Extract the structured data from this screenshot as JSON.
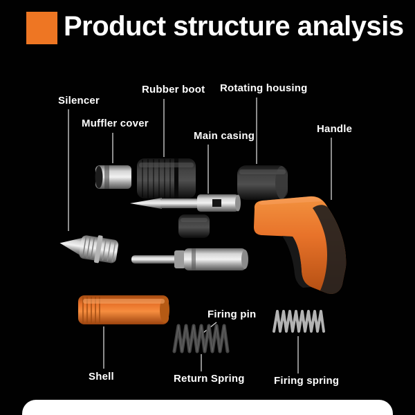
{
  "title": "Product structure analysis",
  "labels": {
    "silencer": "Silencer",
    "muffler_cover": "Muffler cover",
    "rubber_boot": "Rubber boot",
    "rotating_housing": "Rotating housing",
    "main_casing": "Main casing",
    "handle": "Handle",
    "shell": "Shell",
    "firing_pin": "Firing pin",
    "return_spring": "Return Spring",
    "firing_spring": "Firing spring"
  },
  "colors": {
    "background": "#000000",
    "accent_orange": "#EE7623",
    "label_text": "#FFFFFF",
    "leader_line": "#D9D9D9",
    "handle_orange": "#E8732A",
    "shell_orange": "#E8732A",
    "metal_silver": "#C9C9C9",
    "dark_part": "#2E2E2E",
    "return_spring_color": "#4A4A4A",
    "firing_spring_color": "#ADADAD",
    "bottom_card": "#FFFFFF"
  }
}
